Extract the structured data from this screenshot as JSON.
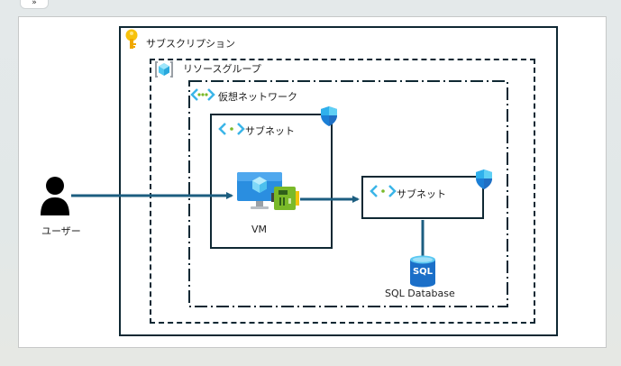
{
  "toolbar": {
    "expand_label": "»"
  },
  "diagram": {
    "subscription": {
      "label": "サブスクリプション",
      "icon": "key-icon"
    },
    "resource_group": {
      "label": "リソースグループ",
      "icon": "resource-group-icon"
    },
    "virtual_network": {
      "label": "仮想ネットワーク",
      "icon": "virtual-network-icon"
    },
    "subnet_vm": {
      "label": "サブネット",
      "icon": "subnet-icon",
      "badge": "nsg-shield-icon"
    },
    "subnet_db": {
      "label": "サブネット",
      "icon": "subnet-icon",
      "badge": "nsg-shield-icon"
    },
    "user": {
      "label": "ユーザー",
      "icon": "user-icon"
    },
    "vm": {
      "label": "VM",
      "icon": "virtual-machine-icon",
      "nic_icon": "network-interface-icon"
    },
    "sql": {
      "label": "SQL Database",
      "icon_text": "SQL",
      "icon": "sql-database-icon"
    },
    "connections": [
      {
        "from": "user",
        "to": "vm"
      },
      {
        "from": "vm",
        "to": "subnet_db"
      },
      {
        "from": "subnet_db",
        "to": "sql"
      }
    ],
    "colors": {
      "border": "#0f2833",
      "arrow": "#1c5e80",
      "key": "#f5b800",
      "azure_blue": "#2a8ee0",
      "nic_green": "#7ab929"
    }
  }
}
